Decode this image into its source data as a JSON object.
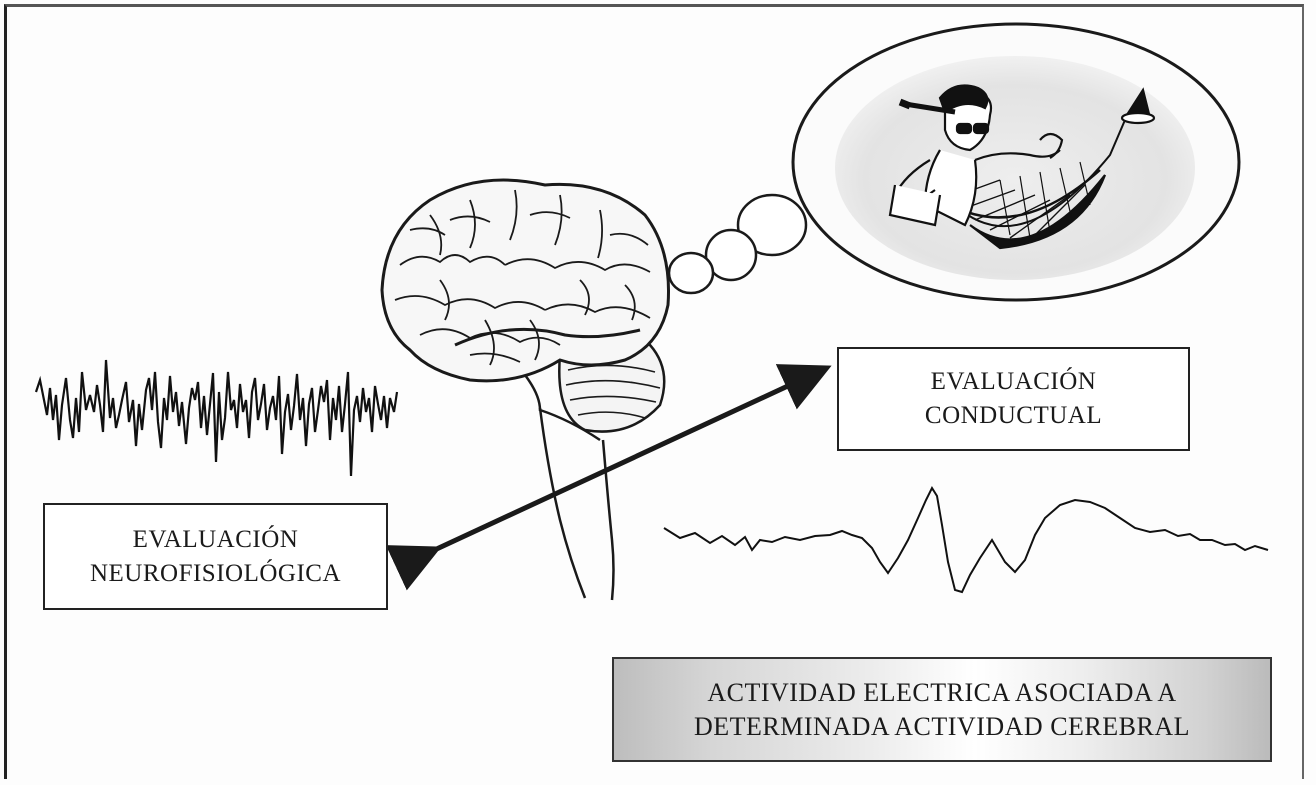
{
  "labels": {
    "neurofisiologica": {
      "line1": "EVALUACIÓN",
      "line2": "NEUROFISIOLÓGICA"
    },
    "conductual": {
      "line1": "EVALUACIÓN",
      "line2": "CONDUCTUAL"
    },
    "actividad": {
      "line1": "ACTIVIDAD ELECTRICA ASOCIADA A",
      "line2": "DETERMINADA ACTIVIDAD CEREBRAL"
    }
  },
  "colors": {
    "ink": "#1a1a1a",
    "thought_fill": "#e6e6e6",
    "box_border": "#222222"
  }
}
